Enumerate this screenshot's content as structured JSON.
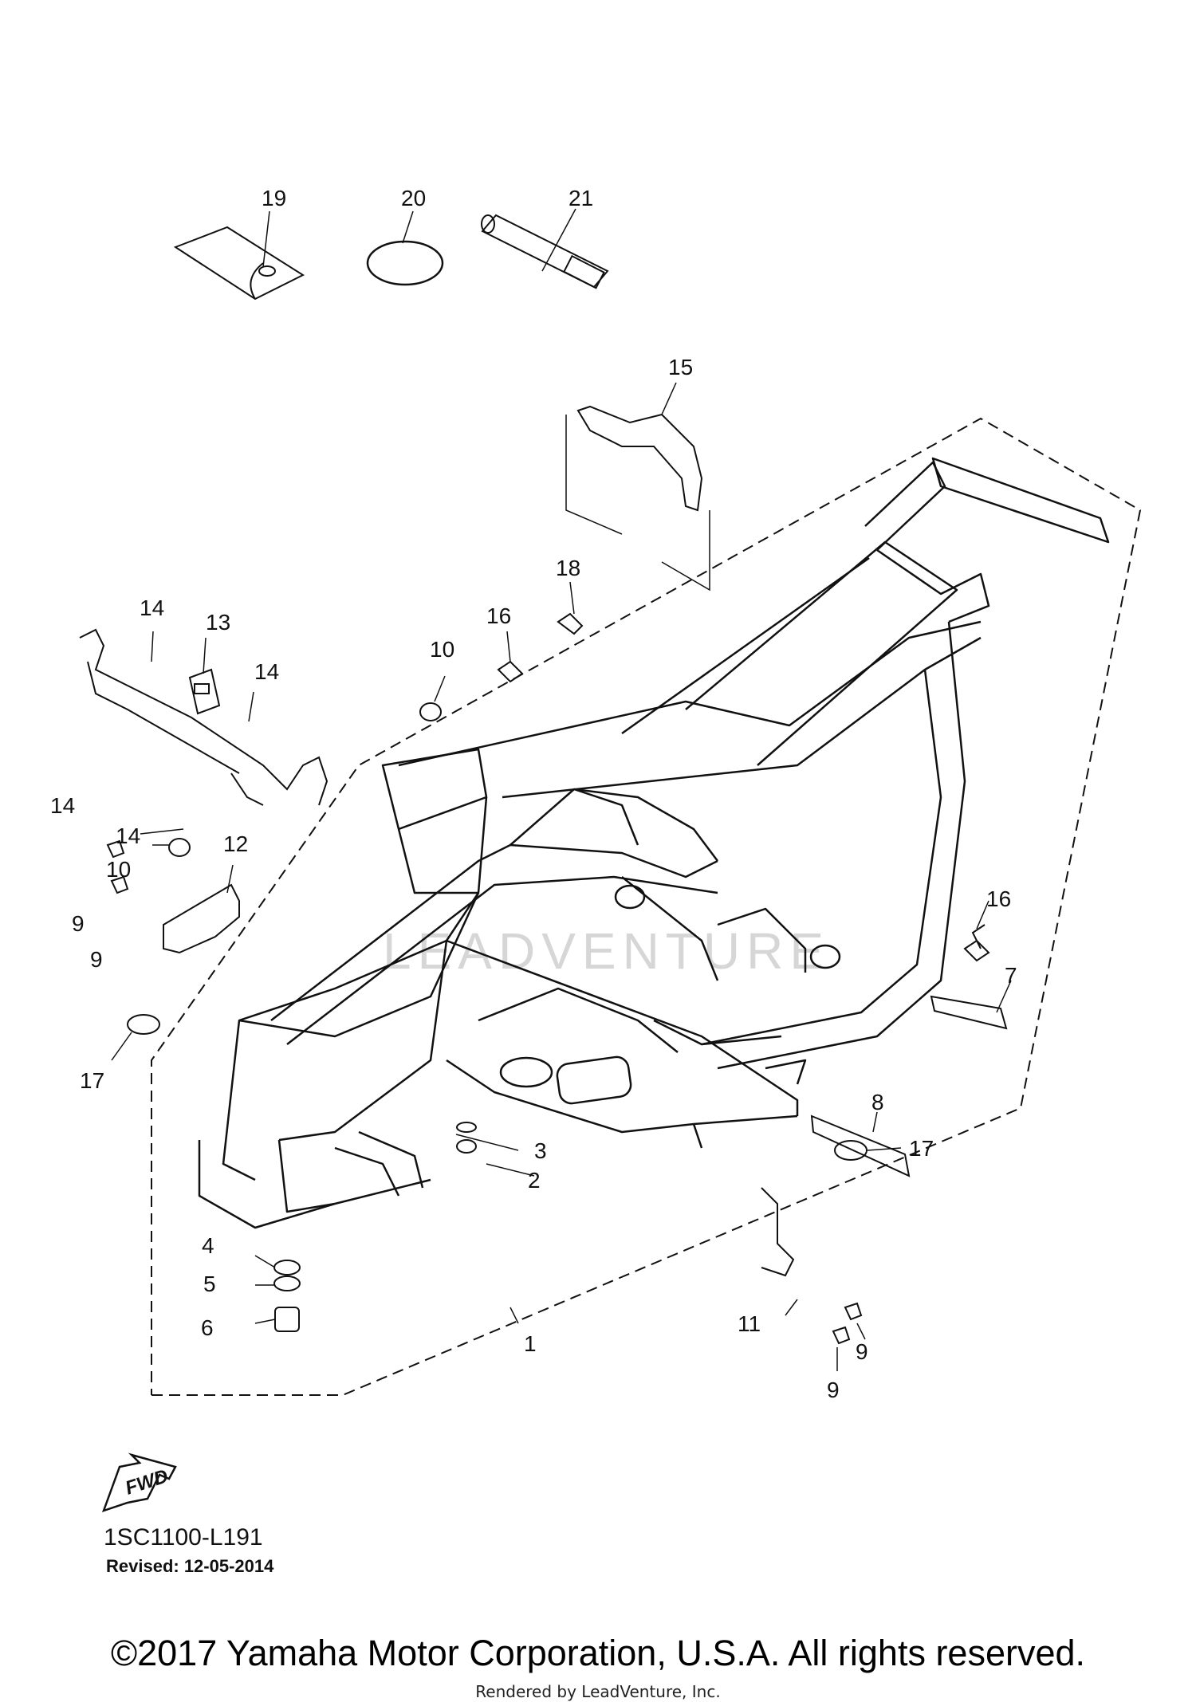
{
  "diagram": {
    "callouts": [
      "1",
      "2",
      "3",
      "4",
      "5",
      "6",
      "7",
      "8",
      "9",
      "9",
      "9",
      "9",
      "10",
      "10",
      "11",
      "12",
      "13",
      "14",
      "14",
      "14",
      "14",
      "15",
      "16",
      "16",
      "17",
      "17",
      "18",
      "19",
      "20",
      "21"
    ],
    "fwd_label": "FWD",
    "watermark": "LEADVENTURE",
    "drawing_code": "1SC1100-L191",
    "revised": "Revised: 12-05-2014"
  },
  "footer": {
    "copyright": "©2017 Yamaha Motor Corporation, U.S.A. All rights reserved.",
    "rendered_by": "Rendered by LeadVenture, Inc."
  }
}
